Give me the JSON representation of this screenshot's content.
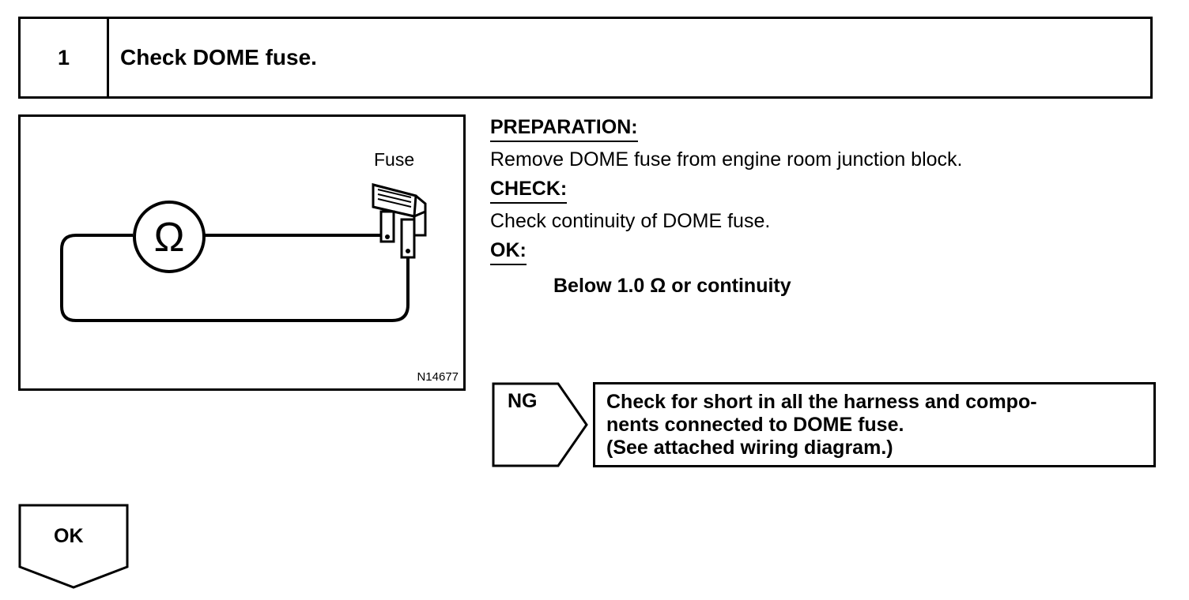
{
  "step": {
    "number": "1",
    "title": "Check DOME fuse."
  },
  "figure": {
    "fuse_label": "Fuse",
    "meter_symbol": "Ω",
    "code": "N14677"
  },
  "instructions": {
    "preparation_heading": "PREPARATION:",
    "preparation_text": "Remove DOME fuse from engine room junction block.",
    "check_heading": "CHECK:",
    "check_text": "Check continuity of DOME fuse.",
    "ok_heading": "OK:",
    "ok_value": "Below 1.0 Ω or continuity"
  },
  "ng_branch": {
    "label": "NG",
    "line1": "Check for short in all the harness and compo-",
    "line2": "nents connected to DOME fuse.",
    "line3": "(See attached wiring diagram.)"
  },
  "ok_branch": {
    "label": "OK"
  }
}
